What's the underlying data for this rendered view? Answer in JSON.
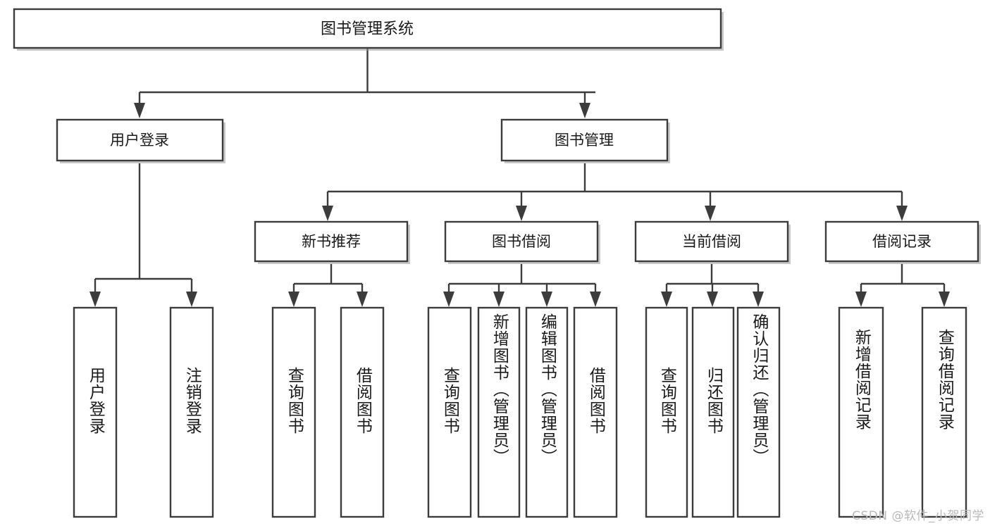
{
  "diagram": {
    "type": "tree-hierarchy",
    "title": "图书管理系统",
    "watermark": "CSDN @软件_小贺同学",
    "colors": {
      "stroke": "#3c3c3c",
      "fill": "#ffffff",
      "text": "#1a1a1a",
      "watermark": "#b9b9b9",
      "shadow": "#9a9a9a"
    },
    "levels": {
      "root": {
        "label": "图书管理系统"
      },
      "level2": [
        {
          "id": "user-login",
          "label": "用户登录"
        },
        {
          "id": "book-manage",
          "label": "图书管理"
        }
      ],
      "level3": [
        {
          "id": "new-book-rec",
          "label": "新书推荐",
          "parent": "book-manage"
        },
        {
          "id": "book-borrow",
          "label": "图书借阅",
          "parent": "book-manage"
        },
        {
          "id": "current-borrow",
          "label": "当前借阅",
          "parent": "book-manage"
        },
        {
          "id": "borrow-record",
          "label": "借阅记录",
          "parent": "book-manage"
        }
      ],
      "leaves": [
        {
          "id": "leaf-user-login",
          "label": "用户登录",
          "parent": "user-login"
        },
        {
          "id": "leaf-user-logout",
          "label": "注销登录",
          "parent": "user-login"
        },
        {
          "id": "leaf-query-book-1",
          "label": "查询图书",
          "parent": "new-book-rec"
        },
        {
          "id": "leaf-borrow-book-1",
          "label": "借阅图书",
          "parent": "new-book-rec"
        },
        {
          "id": "leaf-query-book-2",
          "label": "查询图书",
          "parent": "book-borrow"
        },
        {
          "id": "leaf-add-book",
          "label": "新增图书（管理员）",
          "parent": "book-borrow"
        },
        {
          "id": "leaf-edit-book",
          "label": "编辑图书（管理员）",
          "parent": "book-borrow"
        },
        {
          "id": "leaf-borrow-book-2",
          "label": "借阅图书",
          "parent": "book-borrow"
        },
        {
          "id": "leaf-query-book-3",
          "label": "查询图书",
          "parent": "current-borrow"
        },
        {
          "id": "leaf-return-book",
          "label": "归还图书",
          "parent": "current-borrow"
        },
        {
          "id": "leaf-confirm-return",
          "label": "确认归还（管理员）",
          "parent": "current-borrow"
        },
        {
          "id": "leaf-add-record",
          "label": "新增借阅记录",
          "parent": "borrow-record"
        },
        {
          "id": "leaf-query-record",
          "label": "查询借阅记录",
          "parent": "borrow-record"
        }
      ]
    }
  }
}
